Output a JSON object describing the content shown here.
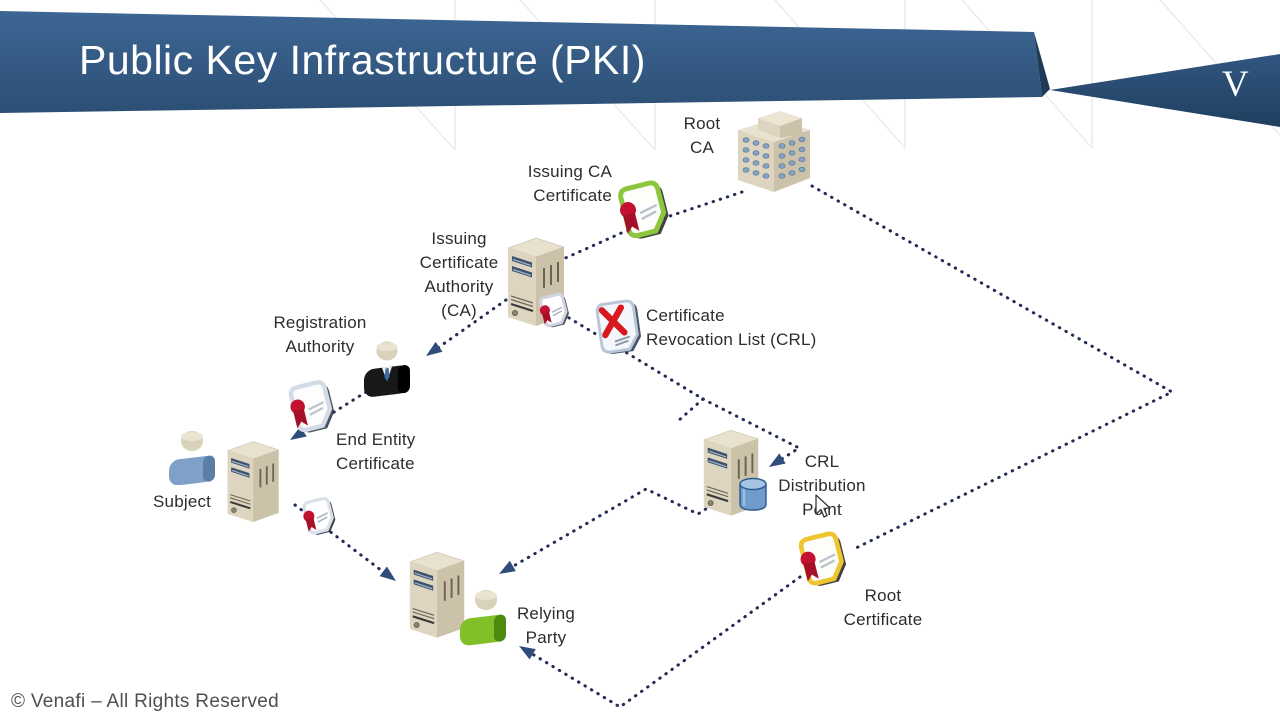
{
  "header": {
    "title": "Public Key Infrastructure (PKI)",
    "logo_letter": "V"
  },
  "footer": {
    "copyright": "© Venafi – All Rights Reserved"
  },
  "colors": {
    "banner_blue": "#33587E",
    "banner_fold": "#1F3A57",
    "wedge_blue": "#2A4C72",
    "title_text": "#FFFFFF",
    "connector_dots": "#242C55",
    "arrowhead": "#2E4D7B",
    "label_text": "#2D2D2D",
    "certificate_green": "#8CC63E",
    "certificate_yellow": "#ECC52F",
    "seal_red": "#C31230",
    "crl_x_red": "#D8181F",
    "server_beige": "#DDD5BF",
    "subject_person_blue": "#7FA1C8",
    "relying_person_green": "#82C02A"
  },
  "diagram": {
    "nodes": {
      "root_ca": {
        "lines": [
          "Root",
          "CA"
        ],
        "icon": "building"
      },
      "issuing_ca_cert": {
        "lines": [
          "Issuing CA",
          "Certificate"
        ],
        "icon": "certificate-green"
      },
      "issuing_ca": {
        "lines": [
          "Issuing",
          "Certificate",
          "Authority",
          "(CA)"
        ],
        "icon": "server"
      },
      "crl": {
        "lines": [
          "Certificate",
          "Revocation List (CRL)"
        ],
        "icon": "revoked-document"
      },
      "registration_authority": {
        "lines": [
          "Registration",
          "Authority"
        ],
        "icon": "person-suit"
      },
      "end_entity_cert": {
        "lines": [
          "End Entity",
          "Certificate"
        ],
        "icon": "certificate-white"
      },
      "subject": {
        "lines": [
          "Subject"
        ],
        "icon": "person-and-server"
      },
      "relying_party": {
        "lines": [
          "Relying",
          "Party"
        ],
        "icon": "server-and-person"
      },
      "crl_distribution_point": {
        "lines": [
          "CRL",
          "Distribution",
          "Point"
        ],
        "icon": "server-and-database"
      },
      "root_certificate": {
        "lines": [
          "Root",
          "Certificate"
        ],
        "icon": "certificate-yellow"
      }
    },
    "edges": [
      {
        "from": "root_ca",
        "to": "issuing_ca",
        "via": "issuing_ca_cert"
      },
      {
        "from": "root_ca",
        "to": "relying_party",
        "via": "root_certificate"
      },
      {
        "from": "issuing_ca",
        "to": "registration_authority"
      },
      {
        "from": "issuing_ca",
        "to": "crl_distribution_point",
        "via": "crl"
      },
      {
        "from": "registration_authority",
        "to": "subject",
        "via": "end_entity_cert"
      },
      {
        "from": "subject",
        "to": "relying_party"
      },
      {
        "from": "crl_distribution_point",
        "to": "relying_party"
      }
    ]
  }
}
